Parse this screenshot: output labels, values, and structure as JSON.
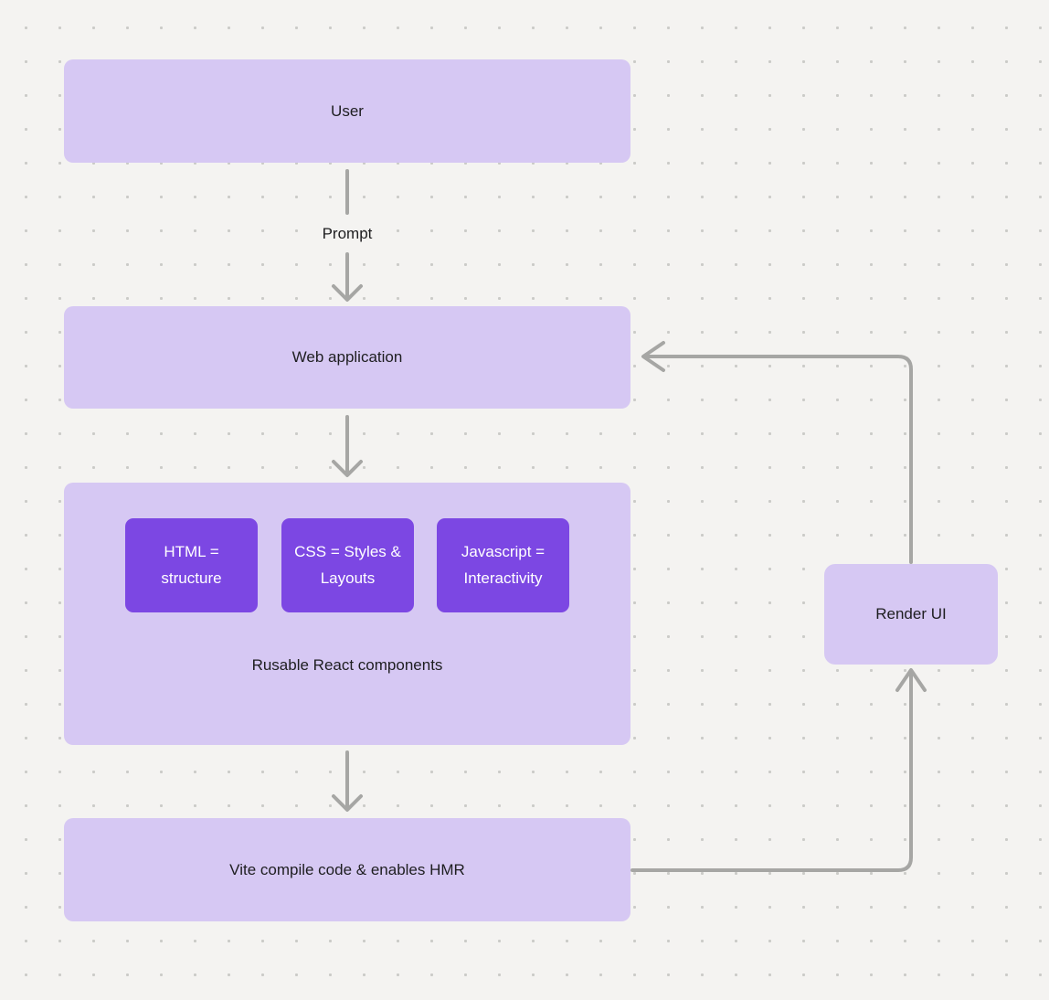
{
  "nodes": {
    "user": {
      "label": "User"
    },
    "web_application": {
      "label": "Web application"
    },
    "components_group": {
      "caption": "Rusable React components"
    },
    "html_box": {
      "label": "HTML = structure"
    },
    "css_box": {
      "label": "CSS = Styles & Layouts"
    },
    "js_box": {
      "label": "Javascript = Interactivity"
    },
    "vite": {
      "label": "Vite compile code & enables HMR"
    },
    "render_ui": {
      "label": "Render UI"
    }
  },
  "edges": {
    "prompt_label": "Prompt"
  },
  "colors": {
    "background": "#f4f3f1",
    "dot": "#cbcbc8",
    "node_fill": "#d6c8f3",
    "accent_fill": "#7c47e3",
    "arrow": "#a6a6a4",
    "text_dark": "#1e1e20",
    "text_light": "#ffffff"
  }
}
